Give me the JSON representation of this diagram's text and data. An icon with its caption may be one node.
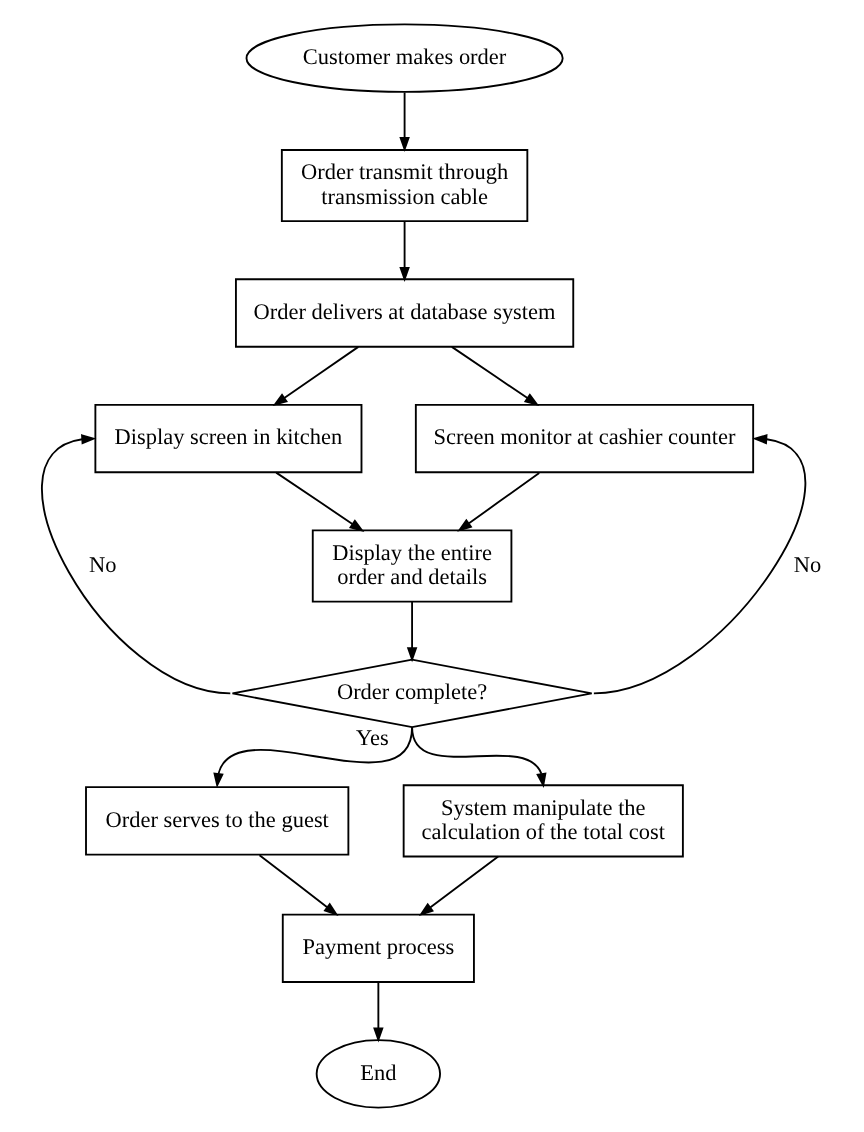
{
  "diagram": {
    "nodes": [
      {
        "text": [
          "Customer makes order"
        ]
      },
      {
        "text": [
          "Order transmit through transmission cable"
        ]
      },
      {
        "text": [
          "Order delivers at database system"
        ]
      },
      {
        "text": [
          "Display screen in kitchen"
        ]
      },
      {
        "text": [
          "Screen monitor at cashier counter"
        ]
      },
      {
        "text": [
          "Display the entire order and details"
        ]
      },
      {
        "text": [
          "Order complete?"
        ]
      },
      {
        "text": [
          "Order serves to the guest"
        ]
      },
      {
        "text": [
          "System manipulate the calculation of the total cost"
        ]
      },
      {
        "text": [
          "Payment process"
        ]
      },
      {
        "text": [
          "End"
        ]
      }
    ],
    "edges": [
      {
        "from": 0,
        "to": 1,
        "arrow": "to"
      },
      {
        "from": 1,
        "to": 2,
        "arrow": "to"
      },
      {
        "from": 2,
        "to": 3,
        "arrow": "to"
      },
      {
        "from": 2,
        "to": 4,
        "arrow": "to"
      },
      {
        "from": 3,
        "to": 5,
        "arrow": "to"
      },
      {
        "from": 4,
        "to": 5,
        "arrow": "to"
      },
      {
        "from": 5,
        "to": 6,
        "arrow": "to"
      },
      {
        "from": 6,
        "to": 3,
        "label": "No",
        "arrow": "to"
      },
      {
        "from": 6,
        "to": 4,
        "label": "No",
        "arrow": "to"
      },
      {
        "from": 6,
        "to": 7,
        "label": "Yes",
        "arrow": "to"
      },
      {
        "from": 6,
        "to": 8,
        "arrow": "to"
      },
      {
        "from": 7,
        "to": 9,
        "arrow": "to"
      },
      {
        "from": 8,
        "to": 9,
        "arrow": "to"
      },
      {
        "from": 9,
        "to": 10,
        "arrow": "to"
      }
    ]
  }
}
